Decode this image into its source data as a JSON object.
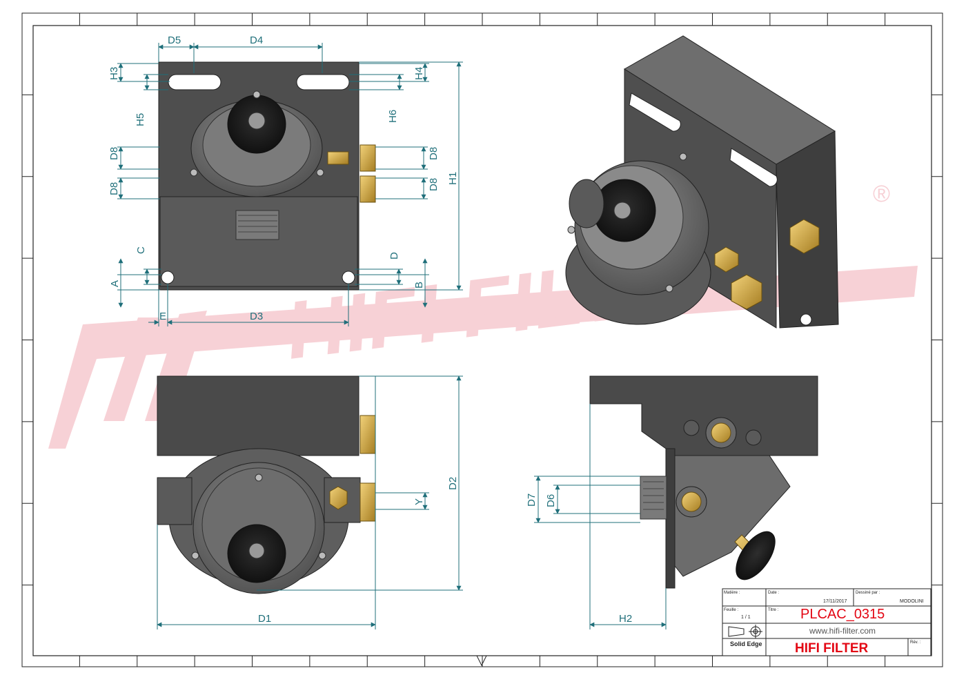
{
  "dimensions": {
    "D5": "D5",
    "D4": "D4",
    "H3": "H3",
    "H4": "H4",
    "H5": "H5",
    "H6": "H6",
    "D8": "D8",
    "H1": "H1",
    "C": "C",
    "D": "D",
    "A": "A",
    "B": "B",
    "E": "E",
    "D3": "D3",
    "D2": "D2",
    "Y": "Y",
    "D1": "D1",
    "D7": "D7",
    "D6": "D6",
    "H2": "H2"
  },
  "title_block": {
    "matiere_label": "Matière :",
    "date_label": "Date :",
    "date_value": "17/11/2017",
    "dessine_label": "Dessiné par :",
    "dessine_value": "MODOLINI",
    "feuille_label": "Feuille :",
    "feuille_value": "1 / 1",
    "titre_label": "Titre :",
    "title": "PLCAC_0315",
    "website": "www.hifi-filter.com",
    "software": "Solid Edge",
    "brand": "HIFI FILTER",
    "rev_label": "Rév. :"
  },
  "watermark": {
    "text": "HIFI FILTER",
    "registered": "®"
  },
  "colors": {
    "dimension": "#1f6f7a",
    "part_dark": "#4a4a4a",
    "part_mid": "#6d6d6d",
    "brass": "#d9b35a",
    "watermark": "#f6c9cf",
    "brand_red": "#e30613"
  }
}
